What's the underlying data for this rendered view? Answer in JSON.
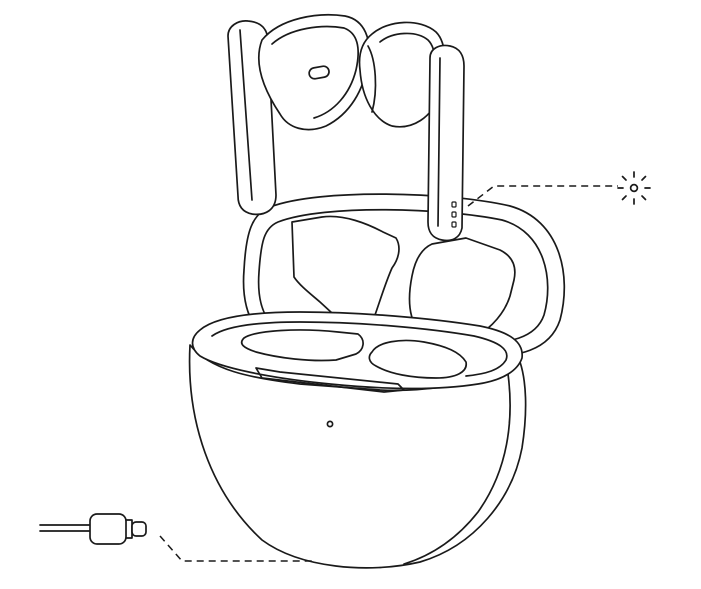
{
  "diagram": {
    "subject": "true-wireless-earbuds-with-charging-case",
    "callouts": [
      {
        "id": "indicator-light",
        "icon": "light-burst-icon"
      },
      {
        "id": "charging-port",
        "icon": "usb-c-cable-icon"
      }
    ],
    "colors": {
      "line": "#1a1a1a",
      "fill": "#ffffff"
    }
  }
}
